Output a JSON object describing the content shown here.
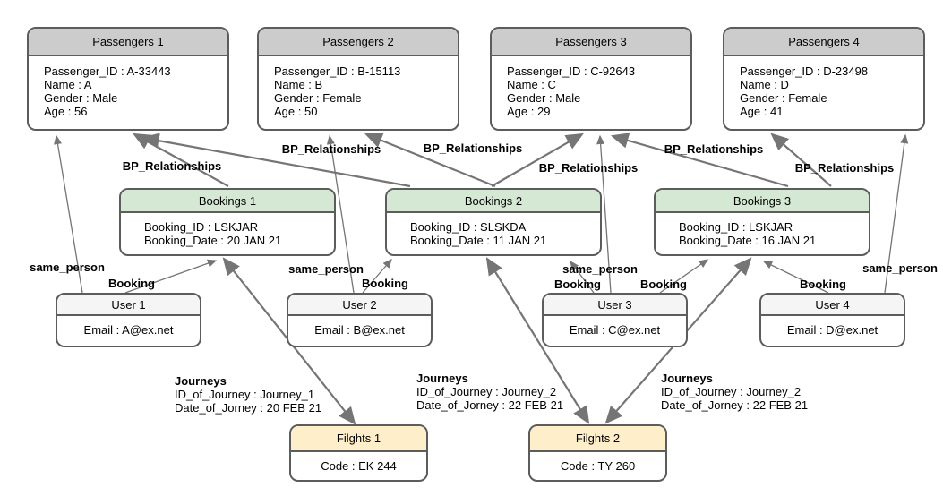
{
  "colors": {
    "passenger_header": "#cccccc",
    "booking_header": "#d5e8d4",
    "user_header": "#f5f5f5",
    "flight_header": "#ffeeca",
    "border": "#5c5c5c",
    "edge": "#757575",
    "background": "#ffffff",
    "text": "#000000"
  },
  "nodes": {
    "passengers": [
      {
        "title": "Passengers 1",
        "fields": [
          "Passenger_ID : A-33443",
          "Name : A",
          "Gender : Male",
          "Age : 56"
        ]
      },
      {
        "title": "Passengers 2",
        "fields": [
          "Passenger_ID : B-15113",
          "Name : B",
          "Gender : Female",
          "Age : 50"
        ]
      },
      {
        "title": "Passengers 3",
        "fields": [
          "Passenger_ID : C-92643",
          "Name : C",
          "Gender : Male",
          "Age : 29"
        ]
      },
      {
        "title": "Passengers 4",
        "fields": [
          "Passenger_ID : D-23498",
          "Name : D",
          "Gender : Female",
          "Age : 41"
        ]
      }
    ],
    "bookings": [
      {
        "title": "Bookings 1",
        "fields": [
          "Booking_ID : LSKJAR",
          "Booking_Date : 20 JAN 21"
        ]
      },
      {
        "title": "Bookings 2",
        "fields": [
          "Booking_ID : SLSKDA",
          "Booking_Date : 11 JAN 21"
        ]
      },
      {
        "title": "Bookings 3",
        "fields": [
          "Booking_ID : LSKJAR",
          "Booking_Date : 16 JAN 21"
        ]
      }
    ],
    "users": [
      {
        "title": "User 1",
        "fields": [
          "Email : A@ex.net"
        ]
      },
      {
        "title": "User 2",
        "fields": [
          "Email : B@ex.net"
        ]
      },
      {
        "title": "User 3",
        "fields": [
          "Email : C@ex.net"
        ]
      },
      {
        "title": "User 4",
        "fields": [
          "Email : D@ex.net"
        ]
      }
    ],
    "flights": [
      {
        "title": "Filghts 1",
        "fields": [
          "Code : EK 244"
        ]
      },
      {
        "title": "Filghts 2",
        "fields": [
          "Code : TY 260"
        ]
      }
    ]
  },
  "edge_labels": {
    "bp": "BP_Relationships",
    "same_person": "same_person",
    "booking": "Booking"
  },
  "journey_notes": [
    {
      "heading": "Journeys",
      "id_line": "ID_of_Journey : Journey_1",
      "date_line": "Date_of_Jorney : 20 FEB 21"
    },
    {
      "heading": "Journeys",
      "id_line": "ID_of_Journey : Journey_2",
      "date_line": "Date_of_Jorney : 22 FEB 21"
    },
    {
      "heading": "Journeys",
      "id_line": "ID_of_Journey : Journey_2",
      "date_line": "Date_of_Jorney : 22 FEB 21"
    }
  ]
}
